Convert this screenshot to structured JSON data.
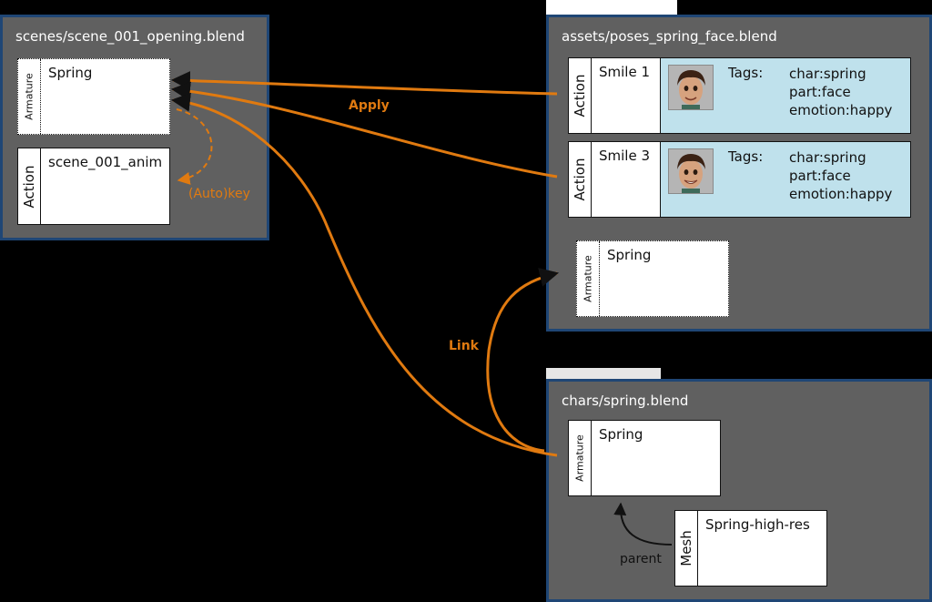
{
  "scene_file": {
    "title": "scenes/scene_001_opening.blend",
    "armature": {
      "type": "Armature",
      "name": "Spring"
    },
    "action": {
      "type": "Action",
      "name": "scene_001_anim"
    },
    "autokey_label": "(Auto)key"
  },
  "asset_file": {
    "title": "assets/poses_spring_face.blend",
    "actions": [
      {
        "type": "Action",
        "name": "Smile 1",
        "tags_label": "Tags:",
        "tags": [
          "char:spring",
          "part:face",
          "emotion:happy"
        ]
      },
      {
        "type": "Action",
        "name": "Smile 3",
        "tags_label": "Tags:",
        "tags": [
          "char:spring",
          "part:face",
          "emotion:happy"
        ]
      }
    ],
    "armature": {
      "type": "Armature",
      "name": "Spring"
    }
  },
  "char_file": {
    "title": "chars/spring.blend",
    "armature": {
      "type": "Armature",
      "name": "Spring"
    },
    "mesh": {
      "type": "Mesh",
      "name": "Spring-high-res"
    },
    "parent_label": "parent"
  },
  "arrows": {
    "apply_label": "Apply",
    "link_label": "Link"
  },
  "colors": {
    "background": "#000000",
    "panel": "#606060",
    "panel_border": "#1f4675",
    "accent": "#e07a10",
    "tag_bg": "#bfe1ec"
  }
}
